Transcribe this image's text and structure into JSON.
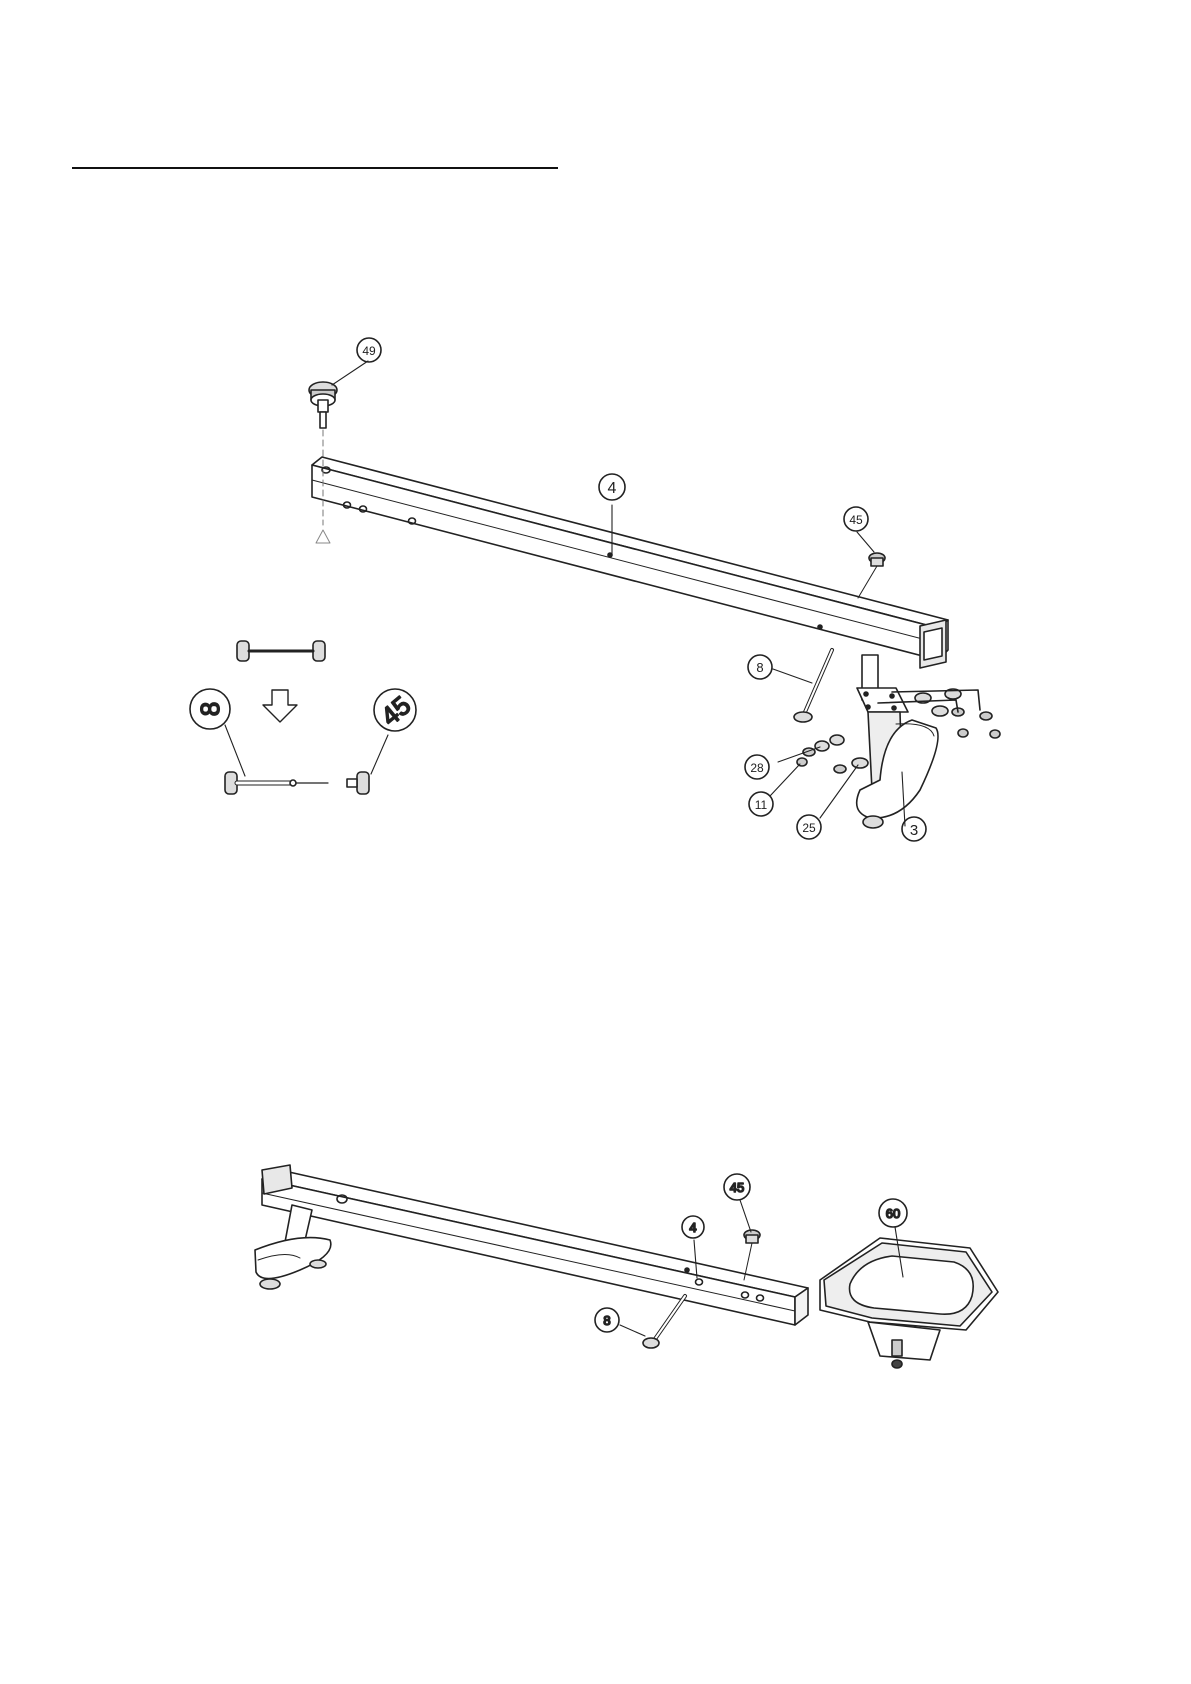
{
  "step1": {
    "callouts": {
      "c49": "49",
      "c4": "4",
      "c45": "45",
      "c8": "8",
      "c28": "28",
      "c11": "11",
      "c25": "25",
      "c3": "3"
    },
    "detail_callouts": {
      "c8": "8",
      "c45": "45"
    }
  },
  "step2": {
    "callouts": {
      "c45": "45",
      "c4": "4",
      "c8": "8",
      "c60": "60"
    }
  }
}
